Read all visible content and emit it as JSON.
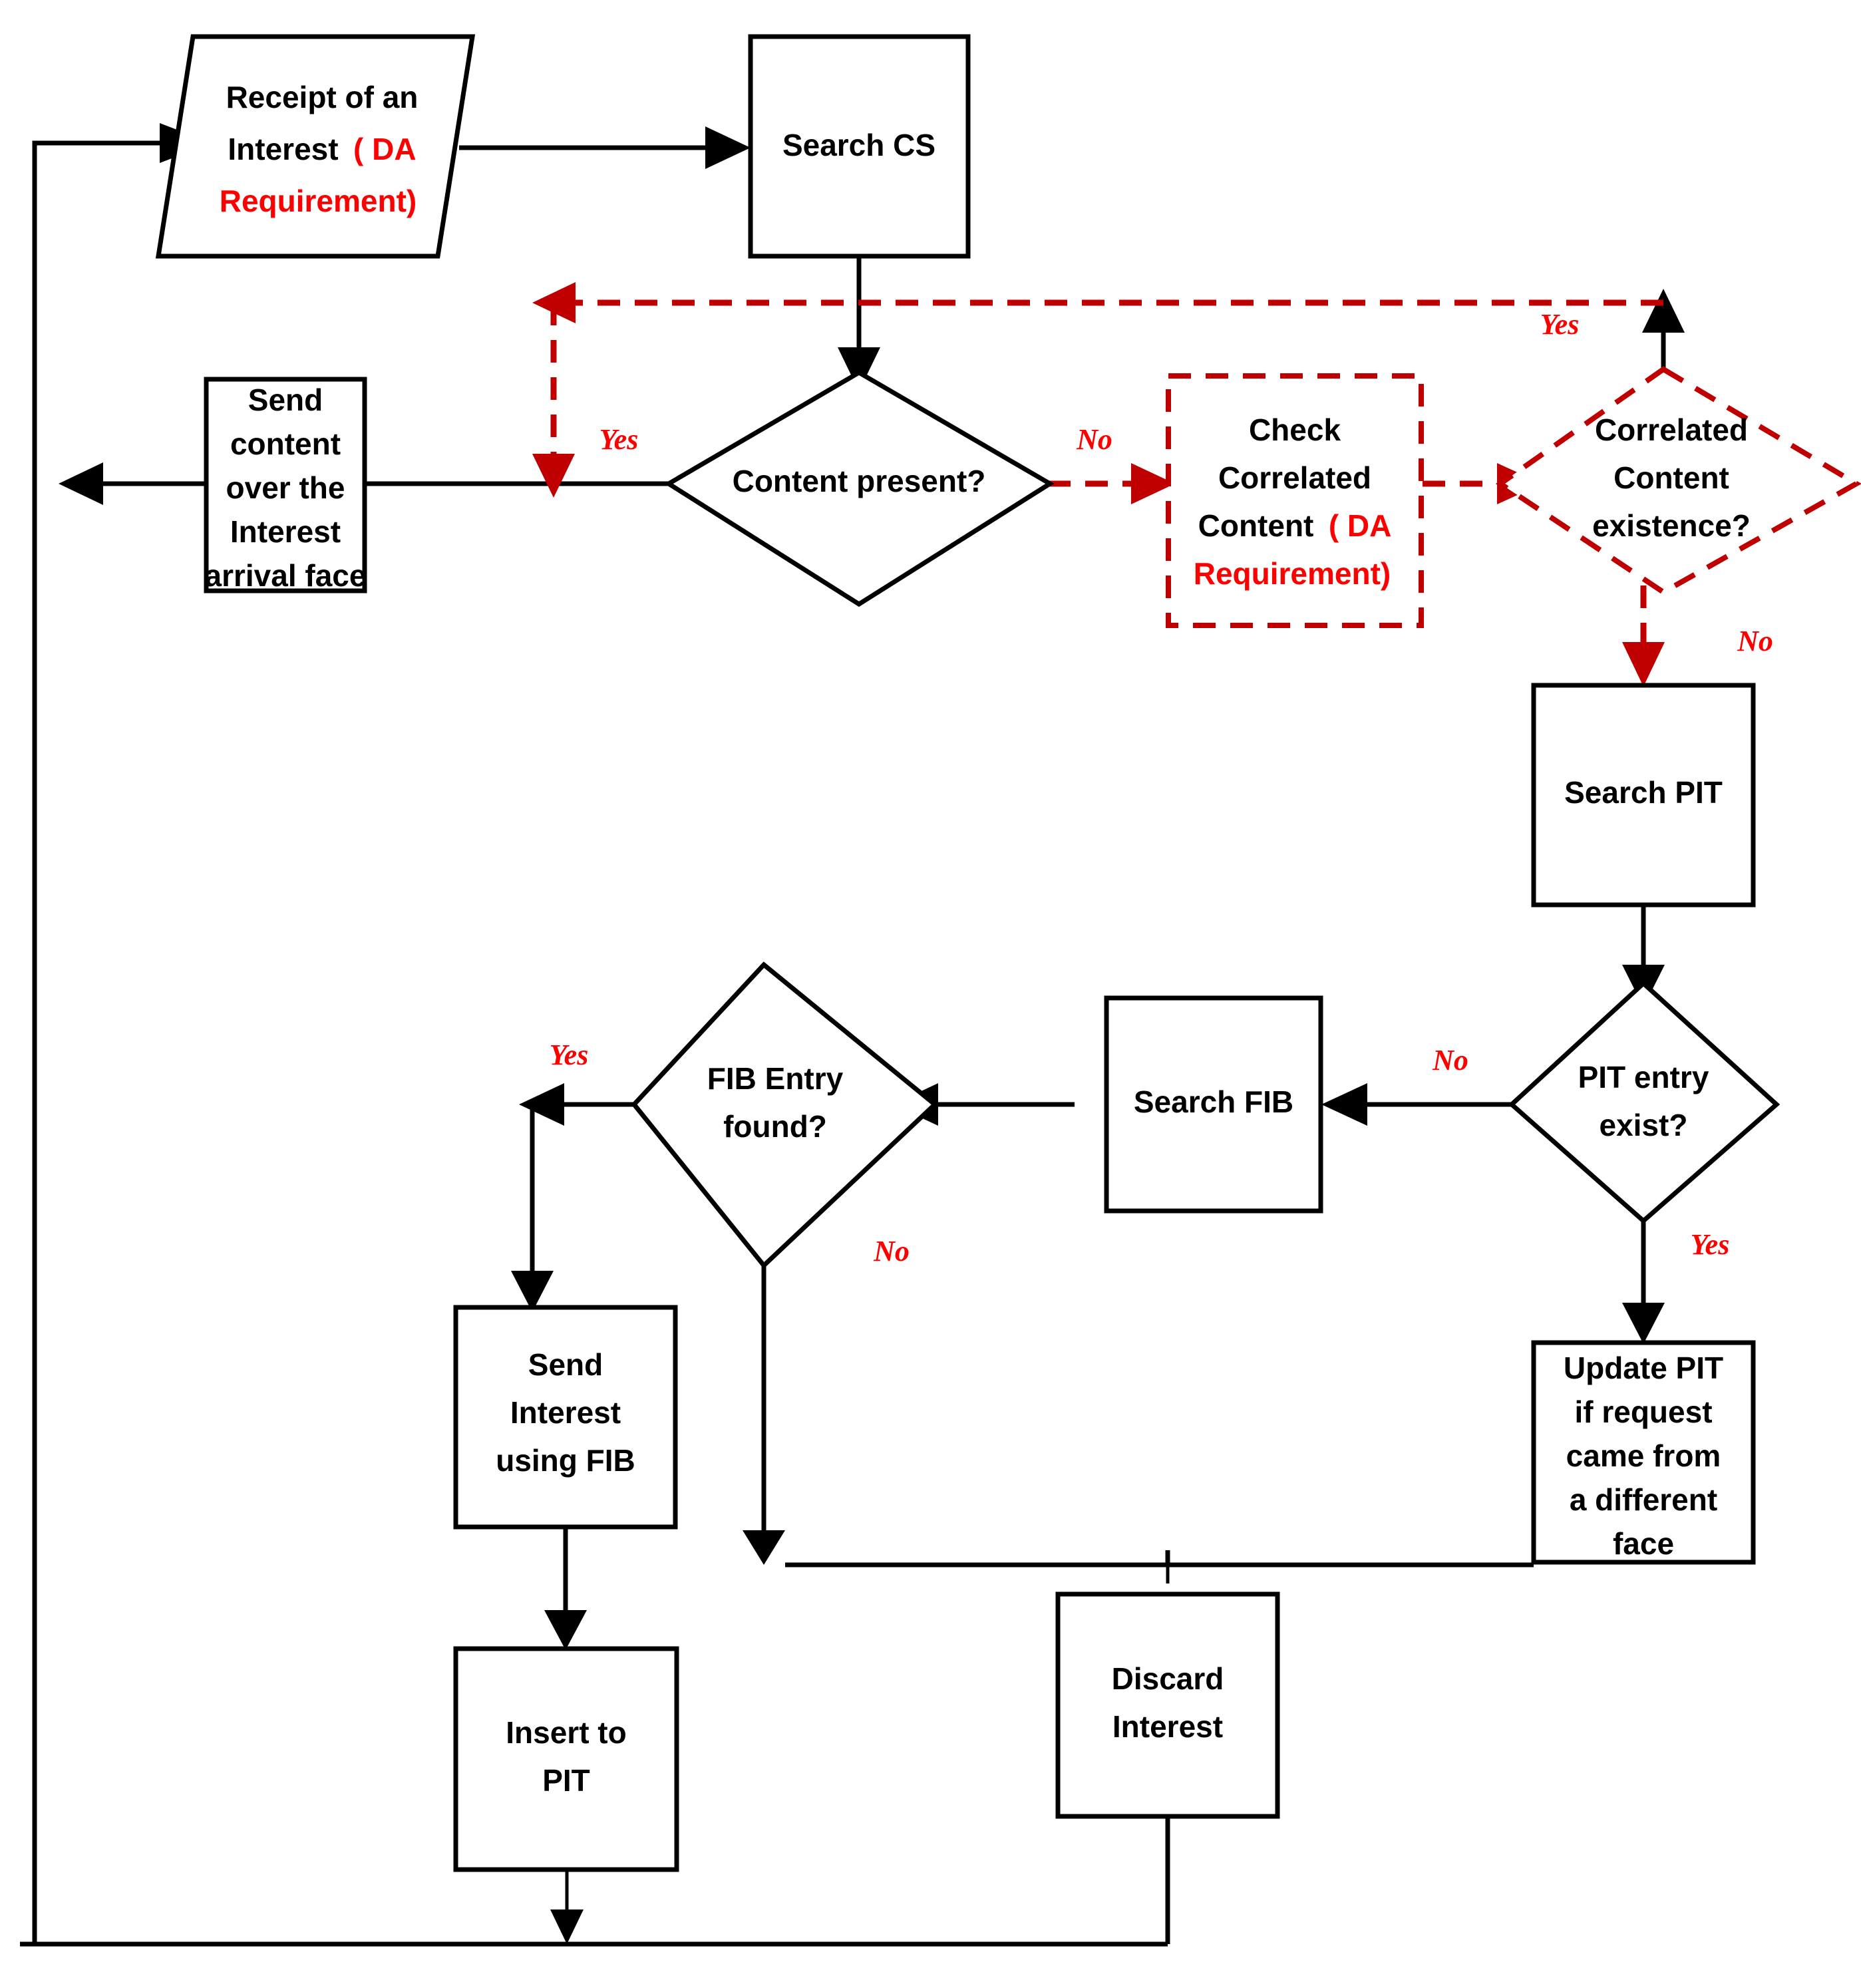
{
  "diagram": {
    "title": "NDN Interest processing flowchart with Data Availability (DA) extensions",
    "colors": {
      "black": "#000000",
      "red_text": "#ff0000",
      "red_line": "#c00000",
      "background": "#ffffff"
    }
  },
  "nodes": {
    "receipt_interest": {
      "shape": "parallelogram",
      "line1": "Receipt of an",
      "line2_black": "Interest",
      "line2_red": "( DA",
      "line3_red": "Requirement)"
    },
    "search_cs": {
      "shape": "rectangle",
      "label": "Search CS"
    },
    "send_content": {
      "shape": "rectangle",
      "line1": "Send",
      "line2": "content",
      "line3": "over the",
      "line4": "Interest",
      "line5": "arrival face"
    },
    "content_present": {
      "shape": "diamond",
      "label": "Content present?"
    },
    "check_correlated_content": {
      "shape": "rectangle-dashed-red",
      "line1": "Check",
      "line2": "Correlated",
      "line3_black": "Content",
      "line3_red": "( DA",
      "line4_red": "Requirement)"
    },
    "correlated_content_existence": {
      "shape": "diamond-dashed-red",
      "line1": "Correlated",
      "line2": "Content",
      "line3": "existence?"
    },
    "search_pit": {
      "shape": "rectangle",
      "label": "Search PIT"
    },
    "pit_entry_exist": {
      "shape": "diamond",
      "line1": "PIT entry",
      "line2": "exist?"
    },
    "search_fib": {
      "shape": "rectangle",
      "label": "Search FIB"
    },
    "fib_entry_found": {
      "shape": "diamond",
      "line1": "FIB Entry",
      "line2": "found?"
    },
    "update_pit": {
      "shape": "rectangle",
      "line1": "Update PIT",
      "line2": "if request",
      "line3": "came from",
      "line4": "a different",
      "line5": "face"
    },
    "send_interest_using_fib": {
      "shape": "rectangle",
      "line1": "Send",
      "line2": "Interest",
      "line3": "using FIB"
    },
    "insert_to_pit": {
      "shape": "rectangle",
      "line1": "Insert to",
      "line2": "PIT"
    },
    "discard_interest": {
      "shape": "rectangle",
      "line1": "Discard",
      "line2": "Interest"
    }
  },
  "edge_labels": {
    "content_present_yes": "Yes",
    "content_present_no": "No",
    "correlated_yes": "Yes",
    "correlated_no": "No",
    "pit_entry_no": "No",
    "pit_entry_yes": "Yes",
    "fib_found_yes": "Yes",
    "fib_found_no": "No"
  },
  "edges": [
    {
      "from": "loop-return",
      "to": "receipt_interest",
      "style": "solid-black"
    },
    {
      "from": "receipt_interest",
      "to": "search_cs",
      "style": "solid-black"
    },
    {
      "from": "search_cs",
      "to": "content_present",
      "style": "solid-black"
    },
    {
      "from": "content_present",
      "to": "send_content",
      "label": "Yes",
      "style": "solid-black"
    },
    {
      "from": "content_present",
      "to": "check_correlated_content",
      "label": "No",
      "style": "dashed-red"
    },
    {
      "from": "check_correlated_content",
      "to": "correlated_content_existence",
      "style": "dashed-red"
    },
    {
      "from": "correlated_content_existence",
      "to": "send_content",
      "label": "Yes",
      "style": "dashed-red"
    },
    {
      "from": "correlated_content_existence",
      "to": "search_pit",
      "label": "No",
      "style": "dashed-red"
    },
    {
      "from": "send_content",
      "to": "exit-left",
      "style": "solid-black"
    },
    {
      "from": "search_pit",
      "to": "pit_entry_exist",
      "style": "solid-black"
    },
    {
      "from": "pit_entry_exist",
      "to": "search_fib",
      "label": "No",
      "style": "solid-black"
    },
    {
      "from": "pit_entry_exist",
      "to": "update_pit",
      "label": "Yes",
      "style": "solid-black"
    },
    {
      "from": "search_fib",
      "to": "fib_entry_found",
      "style": "solid-black"
    },
    {
      "from": "fib_entry_found",
      "to": "send_interest_using_fib",
      "label": "Yes",
      "style": "solid-black"
    },
    {
      "from": "fib_entry_found",
      "to": "discard_interest",
      "label": "No",
      "style": "solid-black"
    },
    {
      "from": "update_pit",
      "to": "discard_interest",
      "style": "solid-black"
    },
    {
      "from": "send_interest_using_fib",
      "to": "insert_to_pit",
      "style": "solid-black"
    },
    {
      "from": "insert_to_pit",
      "to": "loop-return",
      "style": "solid-black"
    },
    {
      "from": "discard_interest",
      "to": "loop-return",
      "style": "solid-black"
    }
  ]
}
